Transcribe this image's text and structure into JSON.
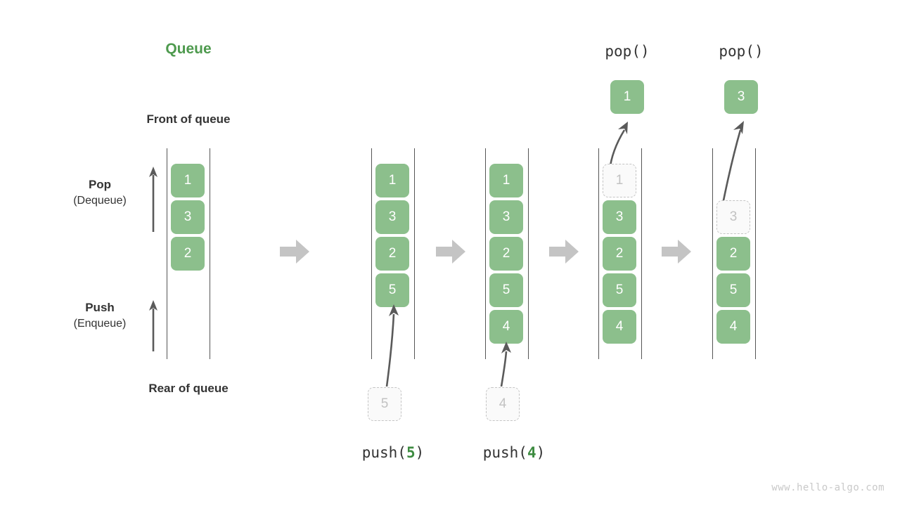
{
  "diagram": {
    "title": "Queue",
    "title_color": "#4e9a4e",
    "cell_color": "#8cbf8c",
    "ghost_color": "#c2c2c2",
    "arrow_color": "#c4c4c4",
    "watermark": "www.hello-algo.com",
    "front_caption": "Front of queue",
    "rear_caption": "Rear of queue",
    "operations": [
      {
        "main": "Pop",
        "sub": "(Dequeue)"
      },
      {
        "main": "Push",
        "sub": "(Enqueue)"
      }
    ],
    "stages": [
      {
        "id": "initial",
        "header": "",
        "cells": [
          "1",
          "3",
          "2"
        ],
        "ghost_index": -1,
        "incoming": null,
        "outgoing": null,
        "footer": null
      },
      {
        "id": "after-push-5",
        "header": "",
        "cells": [
          "1",
          "3",
          "2",
          "5"
        ],
        "ghost_index": -1,
        "incoming": "5",
        "outgoing": null,
        "footer": {
          "fn": "push(",
          "num": "5",
          "close": ")"
        }
      },
      {
        "id": "after-push-4",
        "header": "",
        "cells": [
          "1",
          "3",
          "2",
          "5",
          "4"
        ],
        "ghost_index": -1,
        "incoming": "4",
        "outgoing": null,
        "footer": {
          "fn": "push(",
          "num": "4",
          "close": ")"
        }
      },
      {
        "id": "pop-1",
        "header": "pop()",
        "cells": [
          "1",
          "3",
          "2",
          "5",
          "4"
        ],
        "ghost_index": 0,
        "incoming": null,
        "outgoing": "1",
        "footer": null
      },
      {
        "id": "pop-3",
        "header": "pop()",
        "cells": [
          "3",
          "2",
          "5",
          "4"
        ],
        "ghost_index": 0,
        "incoming": null,
        "outgoing": "3",
        "footer": null
      }
    ],
    "flow_arrows": 4
  }
}
